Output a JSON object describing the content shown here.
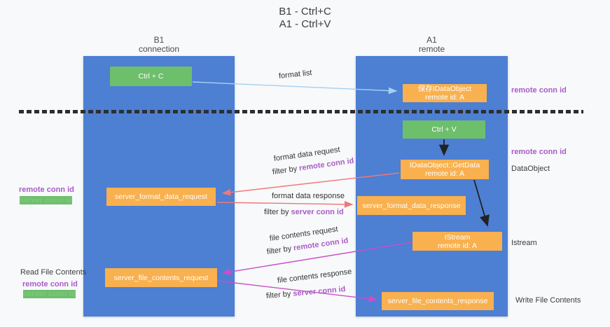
{
  "title": {
    "line1": "B1 - Ctrl+C",
    "line2": "A1 - Ctrl+V"
  },
  "lanes": {
    "left": {
      "title": "B1",
      "subtitle": "connection"
    },
    "right": {
      "title": "A1",
      "subtitle": "remote"
    }
  },
  "boxes": {
    "ctrl_c": {
      "label": "Ctrl + C"
    },
    "ctrl_v": {
      "label": "Ctrl + V"
    },
    "save_dataobject": {
      "line1": "保存IDataObject",
      "line2": "remote id: A"
    },
    "getdata": {
      "line1": "IDataObject::GetData",
      "line2": "remote id: A"
    },
    "istream": {
      "line1": "IStream",
      "line2": "remote id: A"
    },
    "format_request": {
      "label": "server_format_data_request"
    },
    "format_response": {
      "label": "server_format_data_response"
    },
    "file_request": {
      "label": "server_file_contents_request"
    },
    "file_response": {
      "label": "server_file_contents_response"
    }
  },
  "edge_labels": {
    "format_list": "format list",
    "format_data_request": "format data request",
    "filter_remote_1": {
      "prefix": "filter by ",
      "id": "remote conn id"
    },
    "format_data_response": "format data response",
    "filter_server_1": {
      "prefix": "filter by ",
      "id": "server conn id"
    },
    "file_contents_request": "file contents request",
    "filter_remote_2": {
      "prefix": "filter by ",
      "id": "remote conn id"
    },
    "file_contents_response": "file contents response",
    "filter_server_2": {
      "prefix": "filter by ",
      "id": "server conn id"
    }
  },
  "annotations": {
    "remote_conn_top": "remote conn id",
    "remote_conn_mid": "remote conn id",
    "dataobject": "DataObject",
    "istream": "Istream",
    "write_file_contents": "Write File Contents",
    "left_mid": {
      "remote": "remote conn id",
      "server": "server conn id"
    },
    "left_bottom": {
      "title": "Read File Contents",
      "remote": "remote conn id",
      "server": "server conn id"
    }
  },
  "colors": {
    "lane": "#4d7fd3",
    "box_orange": "#f9b04e",
    "box_green": "#6ebf6c",
    "arrow_red": "#f07878",
    "arrow_magenta": "#c94fc9",
    "arrow_lightblue": "#a5d0f0",
    "text_purple": "#a95cc8",
    "text_green": "#7cc87c"
  }
}
